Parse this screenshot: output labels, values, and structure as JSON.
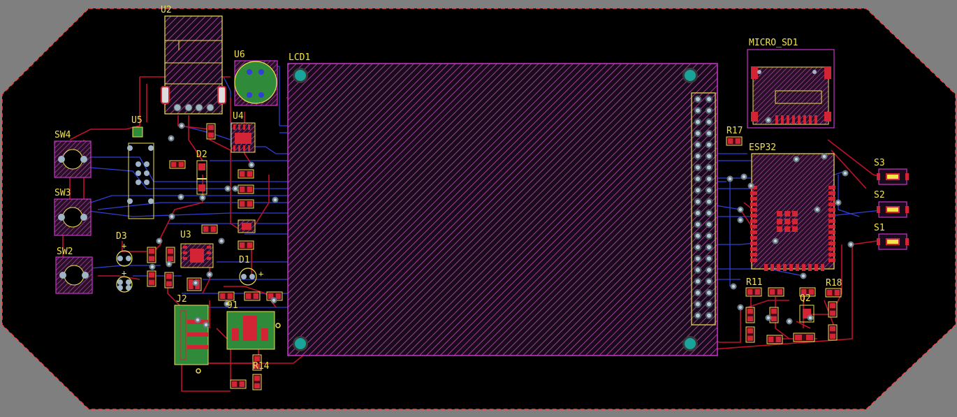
{
  "board": {
    "colors": {
      "background": "#7f7f7f",
      "board": "#000000",
      "outline": "#ff4040",
      "silkscreen": "#f2e14c",
      "copper_top": "#c0102a",
      "copper_bottom": "#2f3fd8",
      "courtyard": "#cc33cc",
      "pad": "#d32435",
      "drill": "#9fb4c4",
      "mounting_hole": "#2aa198"
    }
  },
  "designators": {
    "u2": "U2",
    "u6": "U6",
    "lcd1": "LCD1",
    "micro_sd1": "MICRO_SD1",
    "u5": "U5",
    "u4": "U4",
    "sw4": "SW4",
    "d2": "D2",
    "r17": "R17",
    "esp32": "ESP32",
    "s3": "S3",
    "sw3": "SW3",
    "s2": "S2",
    "s1": "S1",
    "d3": "D3",
    "u3": "U3",
    "sw2": "SW2",
    "d1": "D1",
    "r11": "R11",
    "r18": "R18",
    "q2": "Q2",
    "j2": "J2",
    "q1": "91",
    "r14": "R14"
  }
}
